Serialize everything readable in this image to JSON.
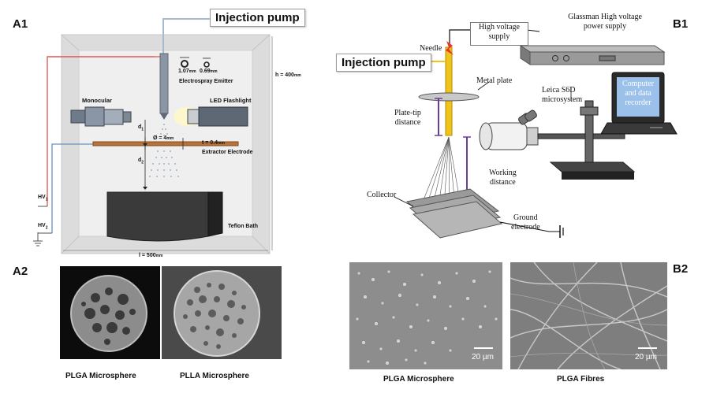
{
  "panels": {
    "a1": "A1",
    "a2": "A2",
    "b1": "B1",
    "b2": "B2"
  },
  "a1": {
    "injection_pump": "Injection pump",
    "nozzle_large": "1.07",
    "nozzle_small": "0.69",
    "nozzle_unit": "mm",
    "emitter": "Electrospray Emitter",
    "monocular": "Monocular",
    "led": "LED Flashlight",
    "d1": "d",
    "d1_sub": "1",
    "d2": "d",
    "d2_sub": "2",
    "diameter": "Ø = 4",
    "diameter_unit": "mm",
    "thickness": "t = 0.4",
    "thickness_unit": "mm",
    "extractor": "Extractor Electrode",
    "height": "h = 400",
    "height_unit": "mm",
    "bath": "Teflon Bath",
    "length": "l = 500",
    "length_unit": "mm",
    "hv1": "HV",
    "hv1_sub": "1",
    "hv2": "HV",
    "hv2_sub": "2"
  },
  "a2": {
    "plga_caption": "PLGA Microsphere",
    "plla_caption": "PLLA Microsphere"
  },
  "b1": {
    "injection_pump": "Injection pump",
    "hv_supply_line1": "High voltage",
    "hv_supply_line2": "supply",
    "glassman_line1": "Glassman High voltage",
    "glassman_line2": "power supply",
    "needle": "Needle",
    "metal_plate": "Metal plate",
    "leica_line1": "Leica S6D",
    "leica_line2": "microsystem",
    "computer_line1": "Computer",
    "computer_line2": "and data",
    "computer_line3": "recorder",
    "plate_tip_line1": "Plate-tip",
    "plate_tip_line2": "distance",
    "working_line1": "Working",
    "working_line2": "distance",
    "collector": "Collector",
    "ground_line1": "Ground",
    "ground_line2": "electrode"
  },
  "b2": {
    "scale_left": "20 µm",
    "scale_right": "20 µm",
    "plga_caption": "PLGA Microsphere",
    "fibres_caption": "PLGA Fibres"
  },
  "colors": {
    "hv_wire": "#d9534f",
    "ground_wire": "#6a8fbf",
    "electrode": "#b8733a",
    "needle": "#f0c419",
    "spark": "#e8352a",
    "distance_bar": "#6a3d9a"
  }
}
